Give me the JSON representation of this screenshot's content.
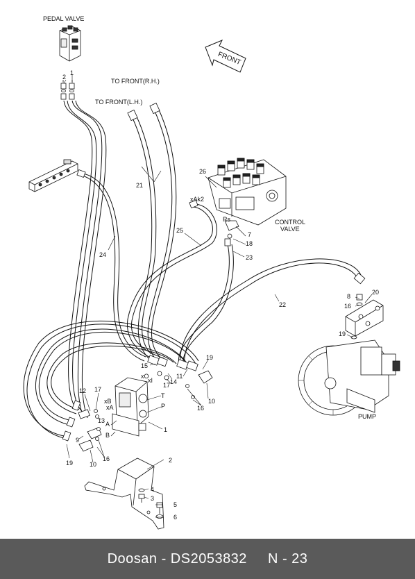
{
  "titles": {
    "pedal_valve": "PEDAL VALVE",
    "to_front_rh": "TO FRONT(R.H.)",
    "to_front_lh": "TO FRONT(L.H.)",
    "front_arrow": "FRONT",
    "control_valve_1": "CONTROL",
    "control_valve_2": "VALVE",
    "pump": "PUMP"
  },
  "ports": {
    "xak2": "xAk2",
    "rs": "Rs",
    "xo": "xO",
    "xi": "xI",
    "xb": "xB",
    "xa": "xA",
    "t": "T",
    "p": "P",
    "a": "A",
    "b": "B"
  },
  "callouts": [
    {
      "id": "c2a",
      "text": "2"
    },
    {
      "id": "c1a",
      "text": "1"
    },
    {
      "id": "c21",
      "text": "21"
    },
    {
      "id": "c26",
      "text": "26"
    },
    {
      "id": "c25",
      "text": "25"
    },
    {
      "id": "c7",
      "text": "7"
    },
    {
      "id": "c18",
      "text": "18"
    },
    {
      "id": "c23",
      "text": "23"
    },
    {
      "id": "c24",
      "text": "24"
    },
    {
      "id": "c20",
      "text": "20"
    },
    {
      "id": "c8",
      "text": "8"
    },
    {
      "id": "c16a",
      "text": "16"
    },
    {
      "id": "c22",
      "text": "22"
    },
    {
      "id": "c19a",
      "text": "19"
    },
    {
      "id": "c19b",
      "text": "19"
    },
    {
      "id": "c15",
      "text": "15"
    },
    {
      "id": "c11",
      "text": "11"
    },
    {
      "id": "c17a",
      "text": "17"
    },
    {
      "id": "c14",
      "text": "14"
    },
    {
      "id": "c10a",
      "text": "10"
    },
    {
      "id": "c16b",
      "text": "16"
    },
    {
      "id": "c12",
      "text": "12"
    },
    {
      "id": "c17b",
      "text": "17"
    },
    {
      "id": "c13",
      "text": "13"
    },
    {
      "id": "c1b",
      "text": "1"
    },
    {
      "id": "c9",
      "text": "9"
    },
    {
      "id": "c16c",
      "text": "16"
    },
    {
      "id": "c19c",
      "text": "19"
    },
    {
      "id": "c10b",
      "text": "10"
    },
    {
      "id": "c2b",
      "text": "2"
    },
    {
      "id": "c4",
      "text": "4"
    },
    {
      "id": "c3",
      "text": "3"
    },
    {
      "id": "c5",
      "text": "5"
    },
    {
      "id": "c6",
      "text": "6"
    }
  ],
  "footer": {
    "brand": "Doosan - DS2053832",
    "page": "N - 23"
  }
}
